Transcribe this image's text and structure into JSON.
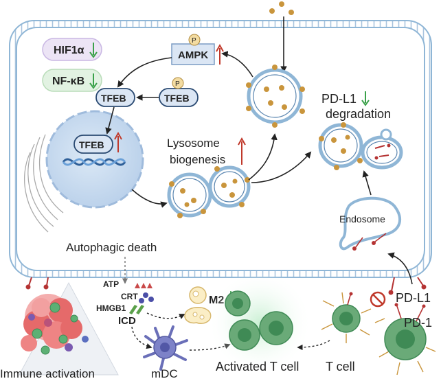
{
  "labels": {
    "hif1a": "HIF1α",
    "nfkb": "NF-κB",
    "ampk": "AMPK",
    "phospho": "P",
    "tfeb": "TFEB",
    "pdl1_degradation_line1": "PD-L1",
    "pdl1_degradation_line2": "degradation",
    "lysosome_line1": "Lysosome",
    "lysosome_line2": "biogenesis",
    "endosome": "Endosome",
    "autophagic_death": "Autophagic death",
    "atp": "ATP",
    "crt": "CRT",
    "hmgb1": "HMGB1",
    "icd": "ICD",
    "m2": "M2",
    "mdc": "mDC",
    "immune_activation": "Immune activation",
    "activated_t_cell": "Activated T cell",
    "t_cell": "T cell",
    "pdl1": "PD-L1",
    "pd1": "PD-1"
  },
  "colors": {
    "membrane": "#8fb6d6",
    "membrane_dark": "#5b86b0",
    "cargo": "#c9953c",
    "up_arrow": "#c0392b",
    "down_arrow": "#3aa14a",
    "tcell": "#6aaa78",
    "tcell_glow": "#bfe8c8",
    "tumor": "#e56a6a"
  },
  "icons": [
    "up-arrow-icon",
    "down-arrow-icon",
    "inhibition-icon"
  ]
}
